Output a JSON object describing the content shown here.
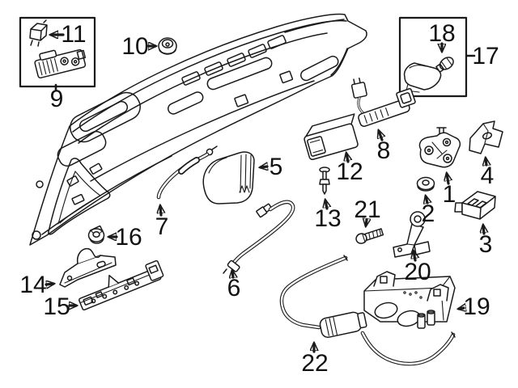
{
  "diagram": {
    "colors": {
      "background": "#ffffff",
      "line_art": "#1a1a1a",
      "label_text": "#111111"
    },
    "callouts": {
      "n1": {
        "label": "1"
      },
      "n2": {
        "label": "2"
      },
      "n3": {
        "label": "3"
      },
      "n4": {
        "label": "4"
      },
      "n5": {
        "label": "5"
      },
      "n6": {
        "label": "6"
      },
      "n7": {
        "label": "7"
      },
      "n8": {
        "label": "8"
      },
      "n9": {
        "label": "9"
      },
      "n10": {
        "label": "10"
      },
      "n11": {
        "label": "11"
      },
      "n12": {
        "label": "12"
      },
      "n13": {
        "label": "13"
      },
      "n14": {
        "label": "14"
      },
      "n15": {
        "label": "15"
      },
      "n16": {
        "label": "16"
      },
      "n17": {
        "label": "17"
      },
      "n18": {
        "label": "18"
      },
      "n19": {
        "label": "19"
      },
      "n20": {
        "label": "20"
      },
      "n21": {
        "label": "21"
      },
      "n22": {
        "label": "22"
      }
    }
  }
}
